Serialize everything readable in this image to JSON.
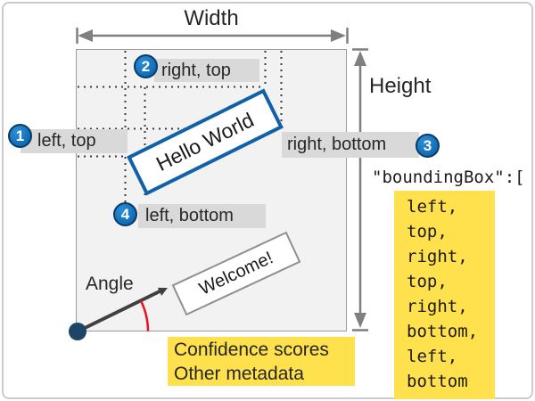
{
  "diagram": {
    "width_label": "Width",
    "height_label": "Height",
    "angle_label": "Angle",
    "hello_text": "Hello World",
    "welcome_text": "Welcome!",
    "points": [
      {
        "num": "1",
        "label": "left, top"
      },
      {
        "num": "2",
        "label": "right, top"
      },
      {
        "num": "3",
        "label": "right, bottom"
      },
      {
        "num": "4",
        "label": "left, bottom"
      }
    ],
    "code": {
      "header": "\"boundingBox\":[",
      "values": [
        "left,",
        "top,",
        "right,",
        "top,",
        "right,",
        "bottom,",
        "left,",
        "bottom"
      ]
    },
    "metadata_note": {
      "line1": "Confidence scores",
      "line2": "Other metadata"
    },
    "colors": {
      "accent_blue": "#1161a8",
      "circle_blue": "#0f6ab5",
      "highlight_yellow": "#ffe14d",
      "label_gray": "#d9d9d9",
      "angle_red": "#e81123",
      "origin_navy": "#1c4568",
      "dimension_gray": "#7f7f7f"
    }
  }
}
